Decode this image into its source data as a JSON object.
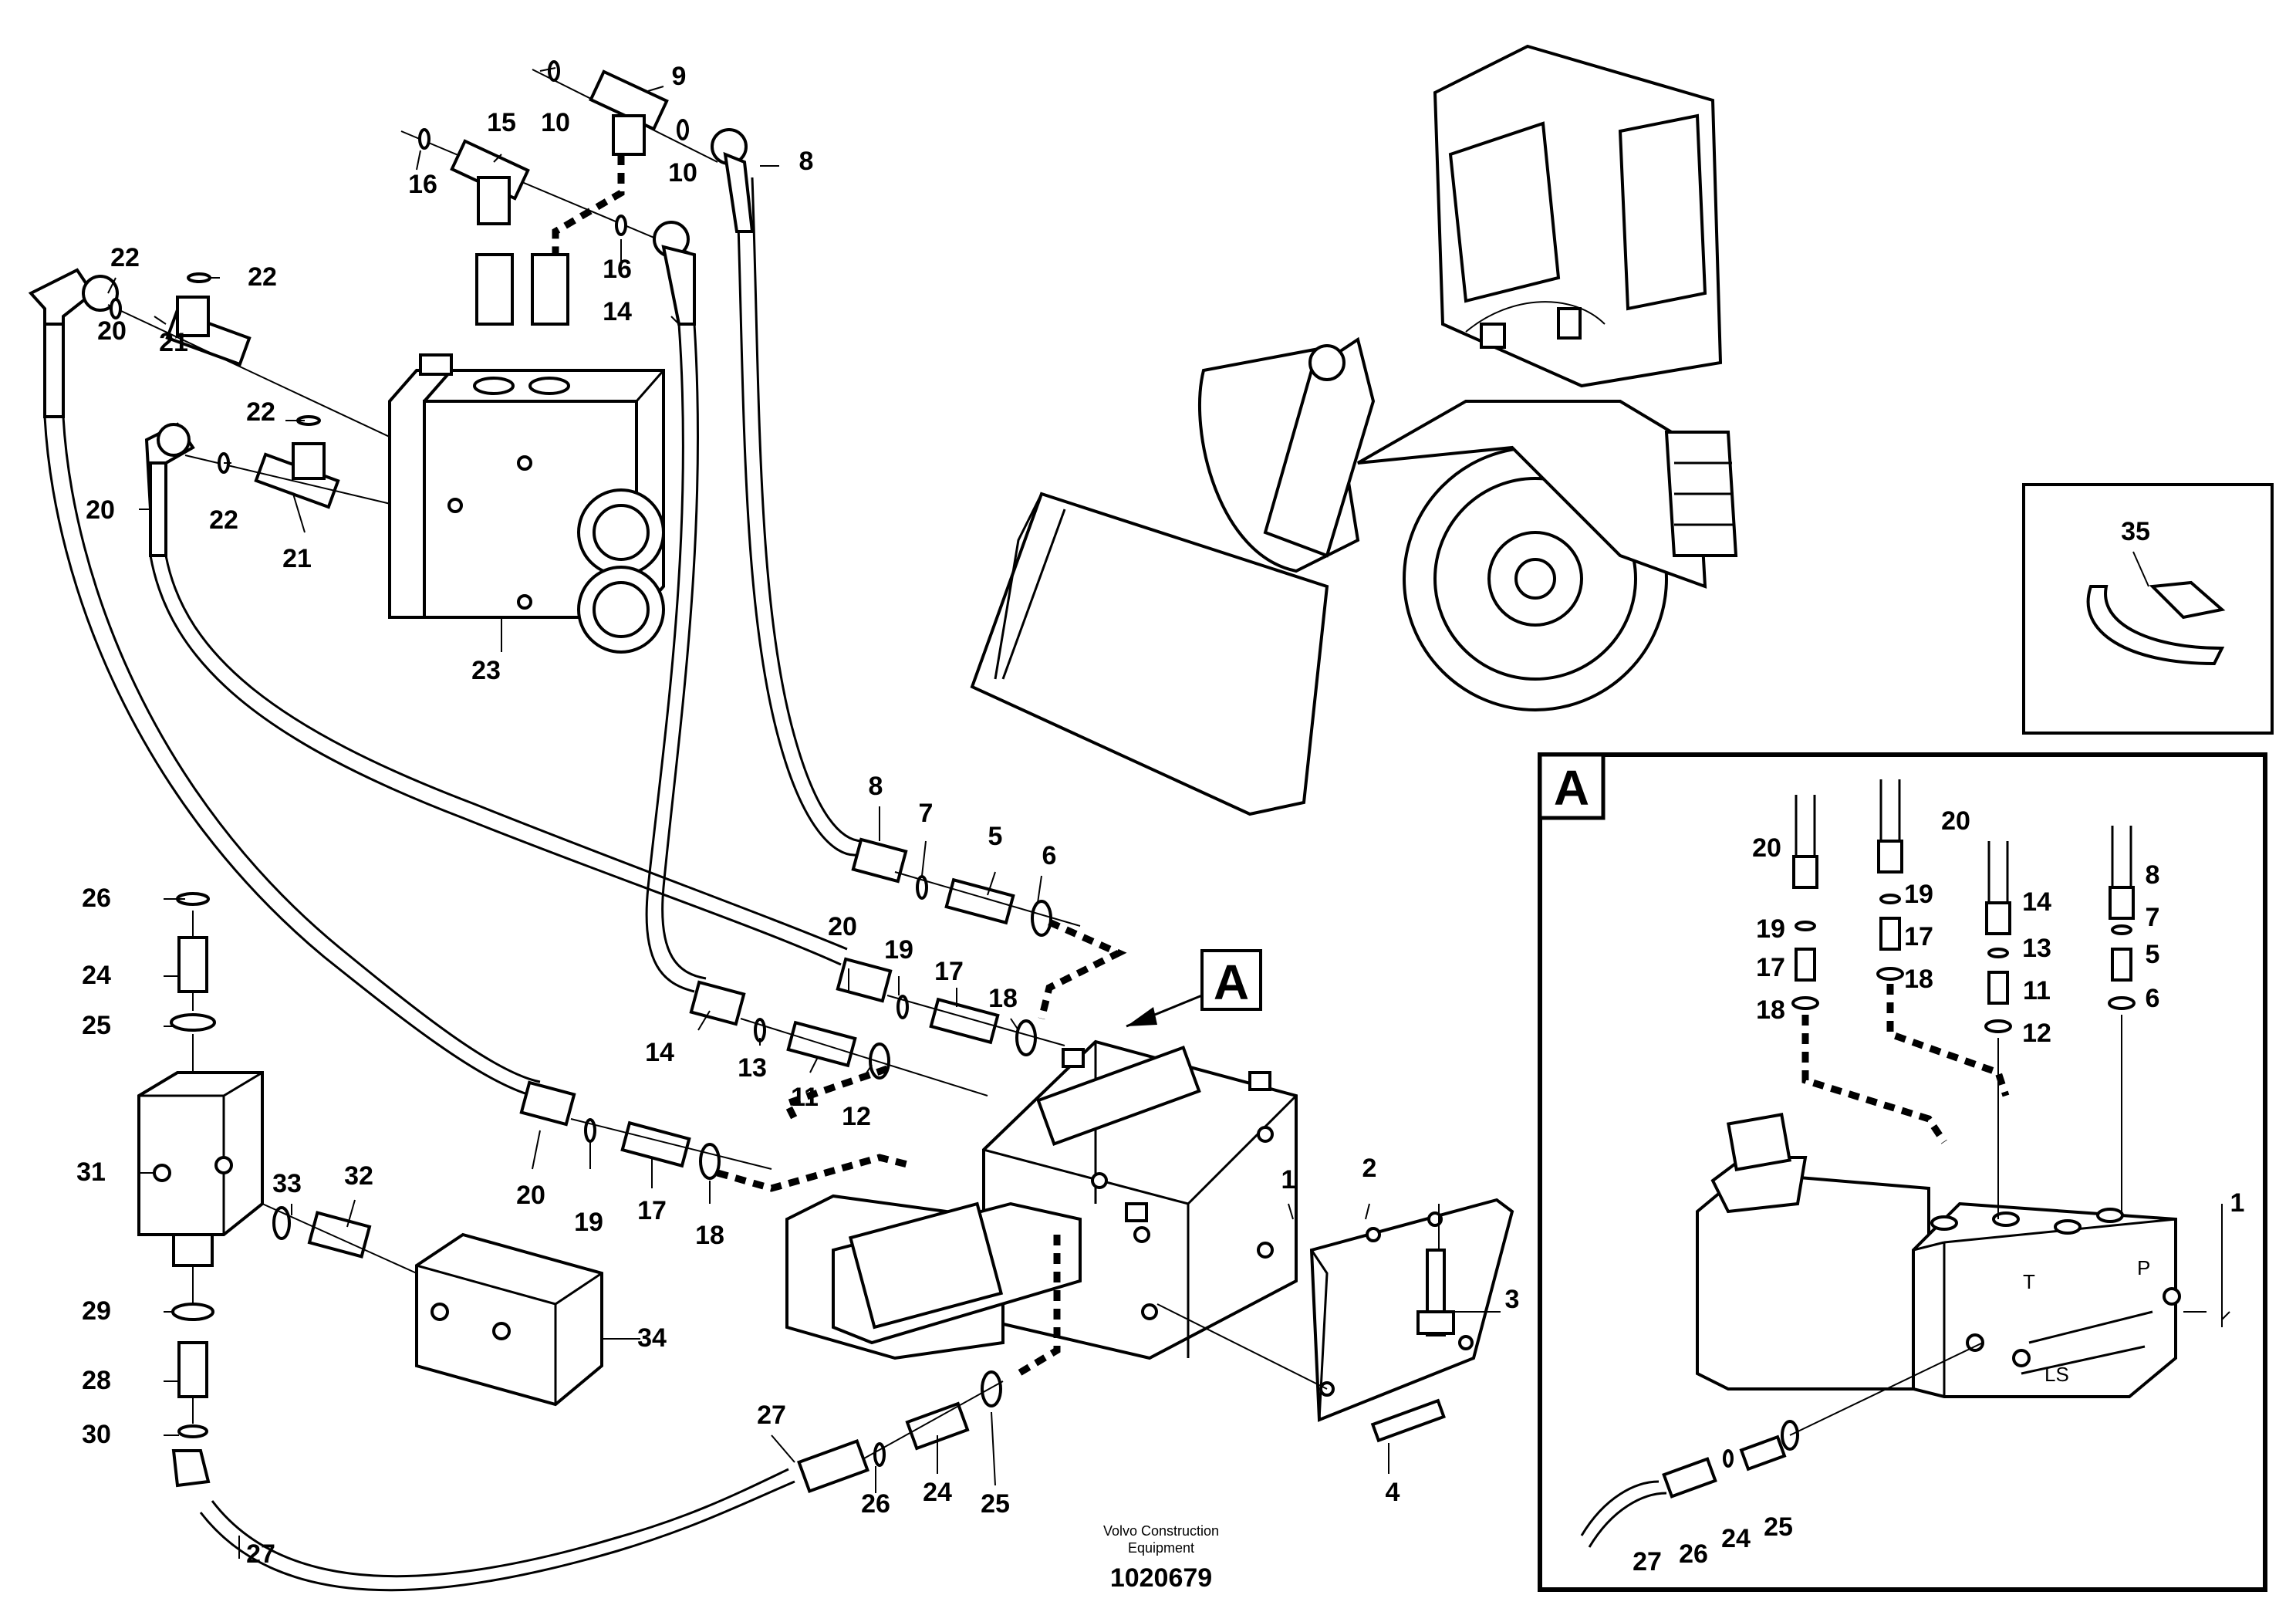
{
  "caption": {
    "company_line1": "Volvo Construction",
    "company_line2": "Equipment",
    "drawing_number": "1020679"
  },
  "detail_box": {
    "label": "A"
  },
  "main_callout": {
    "label": "A"
  },
  "valve_marks": {
    "t": "T",
    "p": "P",
    "ls": "LS"
  },
  "main_labels": [
    {
      "id": "m10a",
      "text": "10"
    },
    {
      "id": "m9",
      "text": "9"
    },
    {
      "id": "m15",
      "text": "15"
    },
    {
      "id": "m10b",
      "text": "10"
    },
    {
      "id": "m8a",
      "text": "8"
    },
    {
      "id": "m16a",
      "text": "16"
    },
    {
      "id": "m16b",
      "text": "16"
    },
    {
      "id": "m14a",
      "text": "14"
    },
    {
      "id": "m22a",
      "text": "22"
    },
    {
      "id": "m22b",
      "text": "22"
    },
    {
      "id": "m20a",
      "text": "20"
    },
    {
      "id": "m21a",
      "text": "21"
    },
    {
      "id": "m22c",
      "text": "22"
    },
    {
      "id": "m20b",
      "text": "20"
    },
    {
      "id": "m22d",
      "text": "22"
    },
    {
      "id": "m21b",
      "text": "21"
    },
    {
      "id": "m23",
      "text": "23"
    },
    {
      "id": "m8b",
      "text": "8"
    },
    {
      "id": "m7",
      "text": "7"
    },
    {
      "id": "m5",
      "text": "5"
    },
    {
      "id": "m6",
      "text": "6"
    },
    {
      "id": "m20c",
      "text": "20"
    },
    {
      "id": "m19a",
      "text": "19"
    },
    {
      "id": "m17a",
      "text": "17"
    },
    {
      "id": "m18a",
      "text": "18"
    },
    {
      "id": "m14b",
      "text": "14"
    },
    {
      "id": "m13",
      "text": "13"
    },
    {
      "id": "m11",
      "text": "11"
    },
    {
      "id": "m12",
      "text": "12"
    },
    {
      "id": "m20d",
      "text": "20"
    },
    {
      "id": "m19b",
      "text": "19"
    },
    {
      "id": "m17b",
      "text": "17"
    },
    {
      "id": "m18b",
      "text": "18"
    },
    {
      "id": "m1",
      "text": "1"
    },
    {
      "id": "m2",
      "text": "2"
    },
    {
      "id": "m3",
      "text": "3"
    },
    {
      "id": "m4",
      "text": "4"
    },
    {
      "id": "m26a",
      "text": "26"
    },
    {
      "id": "m24a",
      "text": "24"
    },
    {
      "id": "m25a",
      "text": "25"
    },
    {
      "id": "m31",
      "text": "31"
    },
    {
      "id": "m33",
      "text": "33"
    },
    {
      "id": "m32",
      "text": "32"
    },
    {
      "id": "m34",
      "text": "34"
    },
    {
      "id": "m29",
      "text": "29"
    },
    {
      "id": "m28",
      "text": "28"
    },
    {
      "id": "m30",
      "text": "30"
    },
    {
      "id": "m27a",
      "text": "27"
    },
    {
      "id": "m27b",
      "text": "27"
    },
    {
      "id": "m26b",
      "text": "26"
    },
    {
      "id": "m24b",
      "text": "24"
    },
    {
      "id": "m25b",
      "text": "25"
    },
    {
      "id": "m35",
      "text": "35"
    }
  ],
  "detail_labels": [
    {
      "id": "d20a",
      "text": "20"
    },
    {
      "id": "d20b",
      "text": "20"
    },
    {
      "id": "d19a",
      "text": "19"
    },
    {
      "id": "d17a",
      "text": "17"
    },
    {
      "id": "d18a",
      "text": "18"
    },
    {
      "id": "d19b",
      "text": "19"
    },
    {
      "id": "d17b",
      "text": "17"
    },
    {
      "id": "d18b",
      "text": "18"
    },
    {
      "id": "d14",
      "text": "14"
    },
    {
      "id": "d13",
      "text": "13"
    },
    {
      "id": "d11",
      "text": "11"
    },
    {
      "id": "d12",
      "text": "12"
    },
    {
      "id": "d8",
      "text": "8"
    },
    {
      "id": "d7",
      "text": "7"
    },
    {
      "id": "d5",
      "text": "5"
    },
    {
      "id": "d6",
      "text": "6"
    },
    {
      "id": "d1",
      "text": "1"
    },
    {
      "id": "d27",
      "text": "27"
    },
    {
      "id": "d26",
      "text": "26"
    },
    {
      "id": "d24",
      "text": "24"
    },
    {
      "id": "d25",
      "text": "25"
    }
  ]
}
